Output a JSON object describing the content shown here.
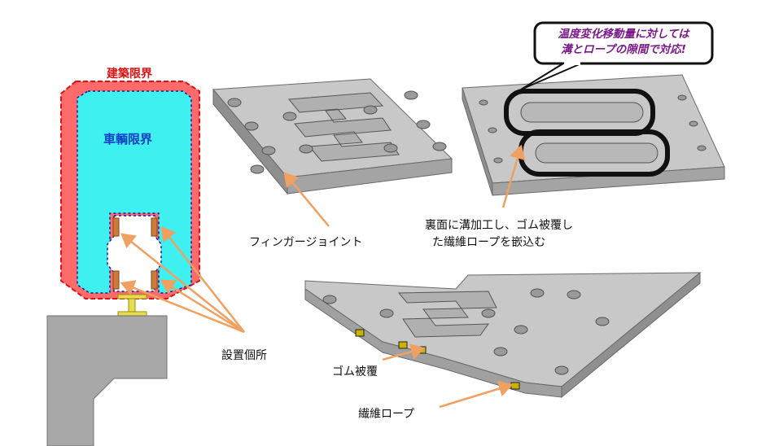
{
  "labels": {
    "building_limit": "建築限界",
    "vehicle_limit": "車輌限界",
    "installation_points": "設置個所",
    "finger_joint": "フィンガージョイント",
    "rear_groove_line1": "裏面に溝加工し、ゴム被覆し",
    "rear_groove_line2": "た繊維ロープを嵌込む",
    "rubber_coating": "ゴム被覆",
    "fiber_rope": "繊維ロープ"
  },
  "callout": {
    "line1": "温度変化移動量に対しては",
    "line2": "溝とロープの隙間で対応!"
  },
  "colors": {
    "building_limit_fill": "#ff6b6b",
    "building_limit_border": "#e01010",
    "vehicle_limit_fill": "#3ef0f0",
    "vehicle_limit_border": "#1a1aa0",
    "arrow": "#f0a060",
    "plate_top": "#c4c4c4",
    "plate_side": "#8f8f8f",
    "rope": "#c8b400",
    "callout_text": "#7a1a8a"
  }
}
